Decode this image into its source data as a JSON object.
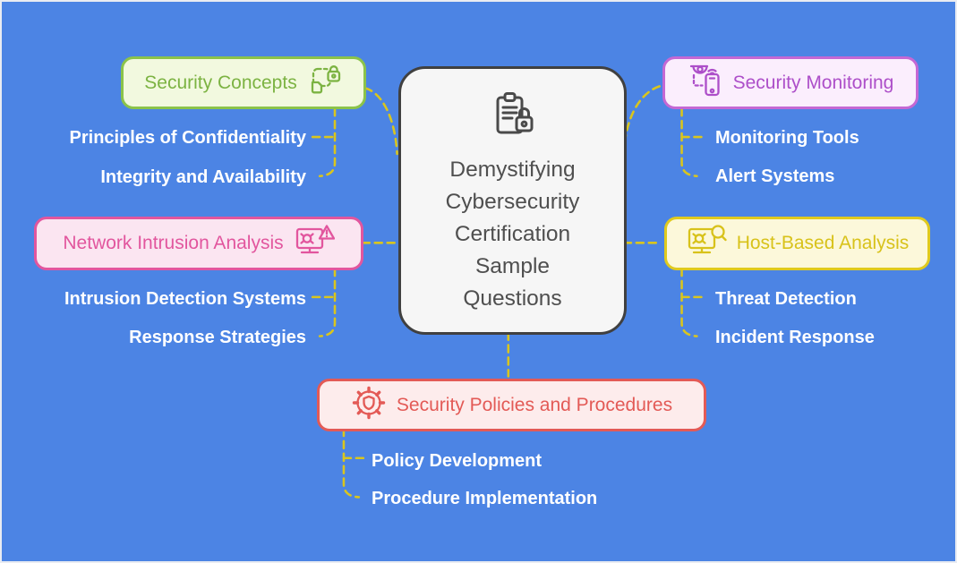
{
  "background_color": "#4c84e4",
  "connector_color": "#d9c51e",
  "central": {
    "title": "Demystifying Cybersecurity Certification Sample Questions",
    "title_lines": [
      "Demystifying",
      "Cybersecurity",
      "Certification",
      "Sample",
      "Questions"
    ],
    "icon": "clipboard-lock-icon",
    "colors": {
      "bg": "#f6f6f6",
      "border": "#404040",
      "text": "#4f4f4f"
    }
  },
  "branches": [
    {
      "id": "security-concepts",
      "label": "Security Concepts",
      "icon": "document-lock-icon",
      "icon_side": "right",
      "colors": {
        "bg": "#f2f9df",
        "border": "#8bc34a",
        "text": "#7cb342"
      },
      "children": [
        "Principles of Confidentiality",
        "Integrity and Availability"
      ]
    },
    {
      "id": "security-monitoring",
      "label": "Security Monitoring",
      "icon": "camera-phone-icon",
      "icon_side": "left",
      "colors": {
        "bg": "#fbeefd",
        "border": "#c468d4",
        "text": "#ad4fc9"
      },
      "children": [
        "Monitoring Tools",
        "Alert Systems"
      ]
    },
    {
      "id": "network-intrusion-analysis",
      "label": "Network Intrusion Analysis",
      "icon": "monitor-bug-alert-icon",
      "icon_side": "right",
      "colors": {
        "bg": "#fbe5f1",
        "border": "#e2569e",
        "text": "#e2569e"
      },
      "children": [
        "Intrusion Detection Systems",
        "Response Strategies"
      ]
    },
    {
      "id": "host-based-analysis",
      "label": "Host-Based Analysis",
      "icon": "monitor-bug-search-icon",
      "icon_side": "left",
      "colors": {
        "bg": "#fcf8da",
        "border": "#e0ca1e",
        "text": "#d8c21a"
      },
      "children": [
        "Threat Detection",
        "Incident Response"
      ]
    },
    {
      "id": "security-policies-and-procedures",
      "label": "Security Policies and Procedures",
      "icon": "gear-shield-icon",
      "icon_side": "left",
      "colors": {
        "bg": "#fdecec",
        "border": "#e35a56",
        "text": "#e35a56"
      },
      "children": [
        "Policy Development",
        "Procedure Implementation"
      ]
    }
  ]
}
